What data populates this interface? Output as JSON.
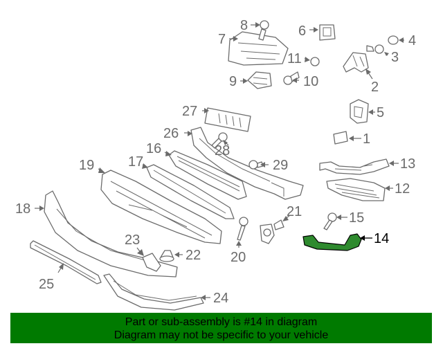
{
  "diagram": {
    "callouts": [
      "1",
      "2",
      "3",
      "4",
      "5",
      "6",
      "7",
      "8",
      "9",
      "10",
      "11",
      "12",
      "13",
      "14",
      "15",
      "16",
      "17",
      "18",
      "19",
      "20",
      "21",
      "22",
      "23",
      "24",
      "25",
      "26",
      "27",
      "28",
      "29"
    ],
    "highlighted_callout": "14",
    "highlight_color": "#2e8a2e",
    "line_color": "#6b6b6b"
  },
  "banner": {
    "line1": "Part or sub-assembly is #14 in diagram",
    "line2": "Diagram may not be specific to your vehicle",
    "background": "#007a00"
  }
}
